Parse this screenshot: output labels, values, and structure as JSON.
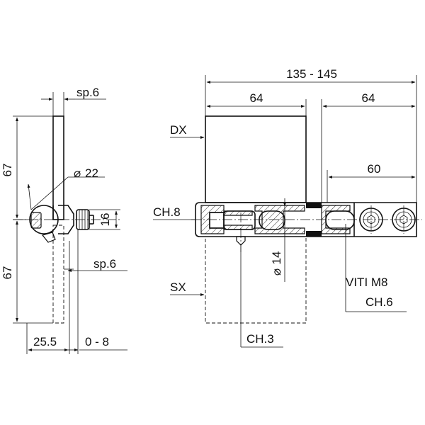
{
  "left_view": {
    "dim_sp6_top": "sp.6",
    "dim_67_upper": "67",
    "dim_diameter_22": "22",
    "dim_16": "16",
    "dim_67_lower": "67",
    "dim_sp6_bottom": "sp.6",
    "dim_25_5": "25.5",
    "dim_0_8": "0 - 8"
  },
  "right_view": {
    "dim_135_145": "135 - 145",
    "dim_64_left": "64",
    "dim_64_right": "64",
    "dim_60": "60",
    "dim_diameter_14": "14",
    "label_dx": "DX",
    "label_ch8": "CH.8",
    "label_sx": "SX",
    "label_ch3": "CH.3",
    "label_viti_m8": "VITI M8",
    "label_ch6": "CH.6"
  },
  "symbols": {
    "diameter": "⌀"
  }
}
